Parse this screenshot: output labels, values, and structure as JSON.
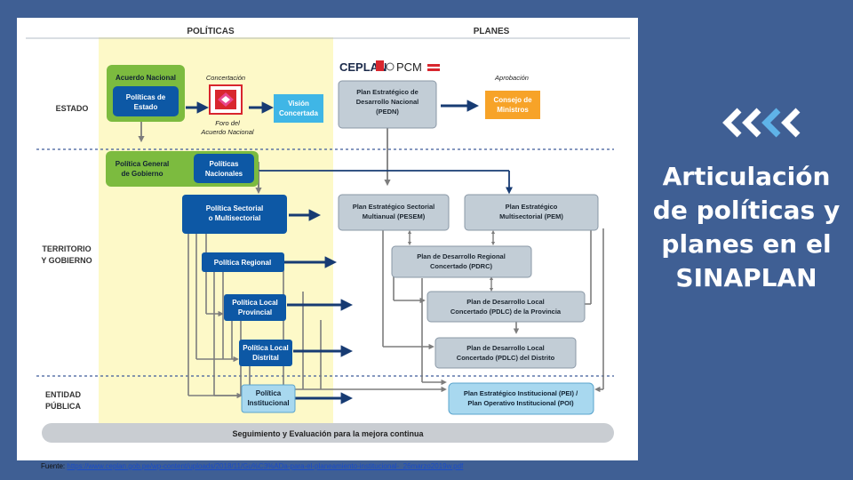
{
  "slide": {
    "title_lines": [
      "Articulación",
      "de políticas y",
      "planes en el",
      "SINAPLAN"
    ],
    "source_label": "Fuente:",
    "source_url": "https://www.ceplan.gob.pe/wp-content/uploads/2018/11/Gu%C3%ADa-para-el-planeamiento-institucional-_26marzo2019w.pdf"
  },
  "diagram": {
    "column_politicas": "POLÍTICAS",
    "column_planes": "PLANES",
    "row_estado": "ESTADO",
    "row_territorio_1": "TERRITORIO",
    "row_territorio_2": "Y GOBIERNO",
    "row_entidad_1": "ENTIDAD",
    "row_entidad_2": "PÚBLICA",
    "acuerdo_nacional": "Acuerdo Nacional",
    "politicas_estado_1": "Políticas de",
    "politicas_estado_2": "Estado",
    "concertacion": "Concertación",
    "foro_1": "Foro del",
    "foro_2": "Acuerdo Nacional",
    "vision_1": "Visión",
    "vision_2": "Concertada",
    "ceplan_logo": "CEPLAN",
    "pcm_logo": "PCM",
    "pedn_1": "Plan Estratégico de",
    "pedn_2": "Desarrollo Nacional",
    "pedn_3": "(PEDN)",
    "aprobacion": "Aprobación",
    "consejo_1": "Consejo de",
    "consejo_2": "Ministros",
    "pgg_1": "Política General",
    "pgg_2": "de Gobierno",
    "pn_1": "Políticas",
    "pn_2": "Nacionales",
    "sect_1": "Política Sectorial",
    "sect_2": "o Multisectorial",
    "pesem_1": "Plan Estratégico Sectorial",
    "pesem_2": "Multianual (PESEM)",
    "pem_1": "Plan Estratégico",
    "pem_2": "Multisectorial (PEM)",
    "regional": "Política Regional",
    "pdrc_1": "Plan de Desarrollo Regional",
    "pdrc_2": "Concertado (PDRC)",
    "lprov_1": "Política Local",
    "lprov_2": "Provincial",
    "pdlcp_1": "Plan de Desarrollo Local",
    "pdlcp_2": "Concertado (PDLC) de la Provincia",
    "ldist_1": "Política Local",
    "ldist_2": "Distrital",
    "pdlcd_1": "Plan de Desarrollo Local",
    "pdlcd_2": "Concertado (PDLC) del Distrito",
    "inst_1": "Política",
    "inst_2": "Institucional",
    "pei_1": "Plan Estratégico Institucional (PEI) /",
    "pei_2": "Plan Operativo Institucional (POI)",
    "seguimiento": "Seguimiento y Evaluación para la mejora continua"
  },
  "colors": {
    "background": "#3f5f94",
    "yellow_band": "#fdf9c8",
    "blue_box": "#0d58a5",
    "gray_box": "#c2cdd6",
    "green_box": "#7cbb3f",
    "orange_box": "#f7a328",
    "cyan_box": "#3fb6e6",
    "arrow_navy": "#173b73",
    "arrow_gray": "#7d7d7d"
  }
}
